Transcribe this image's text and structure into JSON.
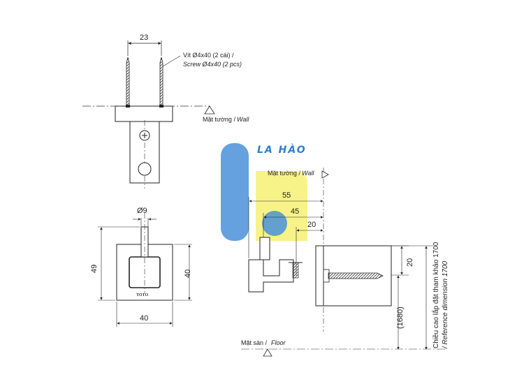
{
  "watermark": {
    "text": "LA HÀO",
    "colors": {
      "blue": "#4a90d9",
      "yellow": "#f5f06a",
      "text": "#2b7fd0"
    }
  },
  "top_view": {
    "dim_width": "23",
    "screw_label": "Vít Ø4x40 (2 cái) /",
    "screw_label_en": "Screw Ø4x40 (2 pcs)",
    "wall_label": "Mặt tường /",
    "wall_label_en": "Wall"
  },
  "front_view": {
    "dim_diameter": "Ø9",
    "dim_height_outer": "49",
    "dim_height_inner": "40",
    "dim_width": "40",
    "brand": "TOTO"
  },
  "side_view": {
    "wall_label": "Mặt tường /",
    "wall_label_en": "Wall",
    "dim_55": "55",
    "dim_45": "45",
    "dim_20_h": "20",
    "dim_20_v": "20",
    "dim_1680": "(1680)",
    "ref_label_vi": "Chiều cao lắp đặt tham khảo 1700",
    "ref_label_en": "/ Reference dimension 1700",
    "floor_label": "Mặt sàn /",
    "floor_label_en": "Floor"
  }
}
